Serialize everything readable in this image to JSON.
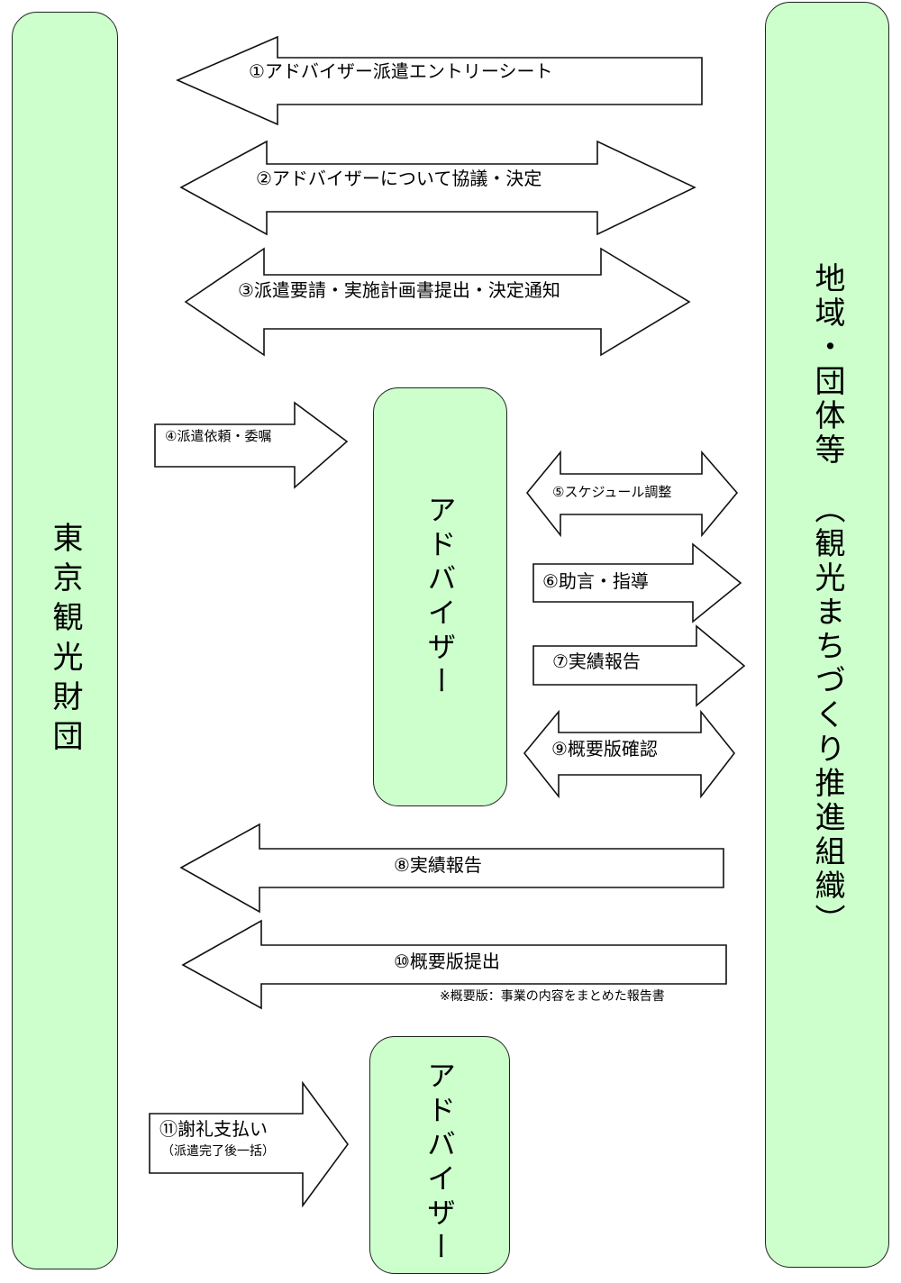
{
  "entities": {
    "tourism_foundation": "東京観光財団",
    "region_group": "地域・団体等",
    "region_group_sub": "（観光まちづくり推進組織）",
    "advisor": "アドバイザー",
    "advisor_2": "アドバイザー"
  },
  "colors": {
    "box_fill": "#ccffcc",
    "stroke": "#111111"
  },
  "steps": [
    {
      "id": "step-1",
      "label": "①アドバイザー派遣エントリーシート",
      "direction": "left",
      "from": "地域・団体等",
      "to": "東京観光財団"
    },
    {
      "id": "step-2",
      "label": "②アドバイザーについて協議・決定",
      "direction": "both",
      "from": "東京観光財団",
      "to": "地域・団体等"
    },
    {
      "id": "step-3",
      "label": "③派遣要請・実施計画書提出・決定通知",
      "direction": "both",
      "from": "東京観光財団",
      "to": "地域・団体等"
    },
    {
      "id": "step-4",
      "label": "④派遣依頼・委嘱",
      "direction": "right",
      "from": "東京観光財団",
      "to": "アドバイザー"
    },
    {
      "id": "step-5",
      "label": "⑤スケジュール調整",
      "direction": "both",
      "from": "アドバイザー",
      "to": "地域・団体等"
    },
    {
      "id": "step-6",
      "label": "⑥助言・指導",
      "direction": "right",
      "from": "アドバイザー",
      "to": "地域・団体等"
    },
    {
      "id": "step-7",
      "label": "⑦実績報告",
      "direction": "right",
      "from": "アドバイザー",
      "to": "地域・団体等"
    },
    {
      "id": "step-9",
      "label": "⑨概要版確認",
      "direction": "both",
      "from": "アドバイザー",
      "to": "地域・団体等"
    },
    {
      "id": "step-8",
      "label": "⑧実績報告",
      "direction": "left",
      "from": "地域・団体等",
      "to": "東京観光財団"
    },
    {
      "id": "step-10",
      "label": "⑩概要版提出",
      "direction": "left",
      "from": "地域・団体等",
      "to": "東京観光財団",
      "note": "※概要版：事業の内容をまとめた報告書"
    },
    {
      "id": "step-11",
      "label": "⑪謝礼支払い",
      "sublabel": "（派遣完了後一括）",
      "direction": "right",
      "from": "東京観光財団",
      "to": "アドバイザー"
    }
  ]
}
